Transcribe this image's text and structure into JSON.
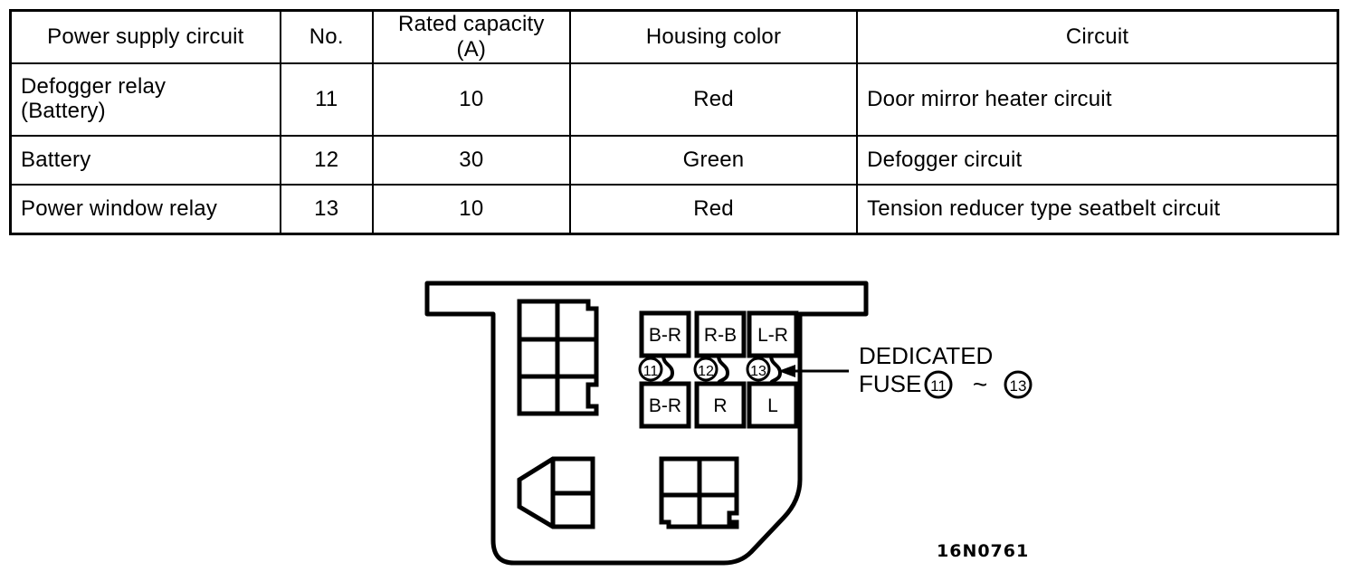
{
  "table": {
    "columns": [
      "Power supply circuit",
      "No.",
      "Rated capacity (A)",
      "Housing color",
      "Circuit"
    ],
    "rows": [
      {
        "name_line1": "Defogger relay",
        "name_line2": "(Battery)",
        "no": "11",
        "rated": "10",
        "color": "Red",
        "circuit": "Door mirror heater circuit"
      },
      {
        "name_line1": "Battery",
        "name_line2": "",
        "no": "12",
        "rated": "30",
        "color": "Green",
        "circuit": "Defogger circuit"
      },
      {
        "name_line1": "Power window relay",
        "name_line2": "",
        "no": "13",
        "rated": "10",
        "color": "Red",
        "circuit": "Tension reducer type seatbelt circuit"
      }
    ]
  },
  "diagram": {
    "fuses_top": [
      "B-R",
      "R-B",
      "L-R"
    ],
    "fuses_bottom": [
      "B-R",
      "R",
      "L"
    ],
    "fuse_numbers": [
      "11",
      "12",
      "13"
    ],
    "callout": {
      "line1": "DEDICATED",
      "line2_prefix": "FUSE",
      "range_from": "11",
      "range_sep": "~",
      "range_to": "13"
    },
    "figure_code": "16N0761"
  },
  "colors": {
    "ink": "#000000",
    "paper": "#ffffff"
  }
}
